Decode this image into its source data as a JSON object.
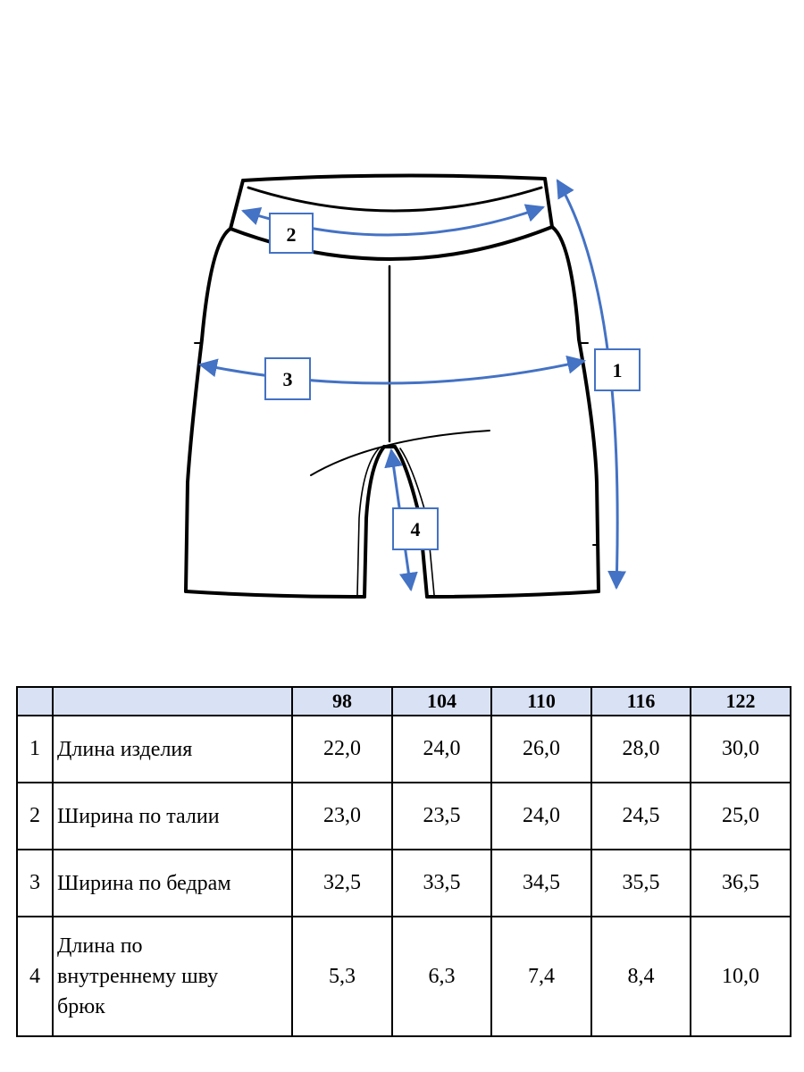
{
  "diagram": {
    "callouts": [
      "1",
      "2",
      "3",
      "4"
    ],
    "colors": {
      "outline": "#000000",
      "arrow": "#4472c4",
      "box_border": "#4472c4"
    }
  },
  "table": {
    "header_blank": "",
    "sizes": [
      "98",
      "104",
      "110",
      "116",
      "122"
    ],
    "rows": [
      {
        "num": "1",
        "label": "Длина изделия",
        "values": [
          "22,0",
          "24,0",
          "26,0",
          "28,0",
          "30,0"
        ]
      },
      {
        "num": "2",
        "label": "Ширина по талии",
        "values": [
          "23,0",
          "23,5",
          "24,0",
          "24,5",
          "25,0"
        ]
      },
      {
        "num": "3",
        "label": "Ширина по бедрам",
        "values": [
          "32,5",
          "33,5",
          "34,5",
          "35,5",
          "36,5"
        ]
      },
      {
        "num": "4",
        "label_lines": [
          "Длина по",
          "внутреннему шву",
          "брюк"
        ],
        "values": [
          "5,3",
          "6,3",
          "7,4",
          "8,4",
          "10,0"
        ]
      }
    ],
    "colors": {
      "header_bg": "#d9e1f4",
      "border": "#000000"
    }
  }
}
